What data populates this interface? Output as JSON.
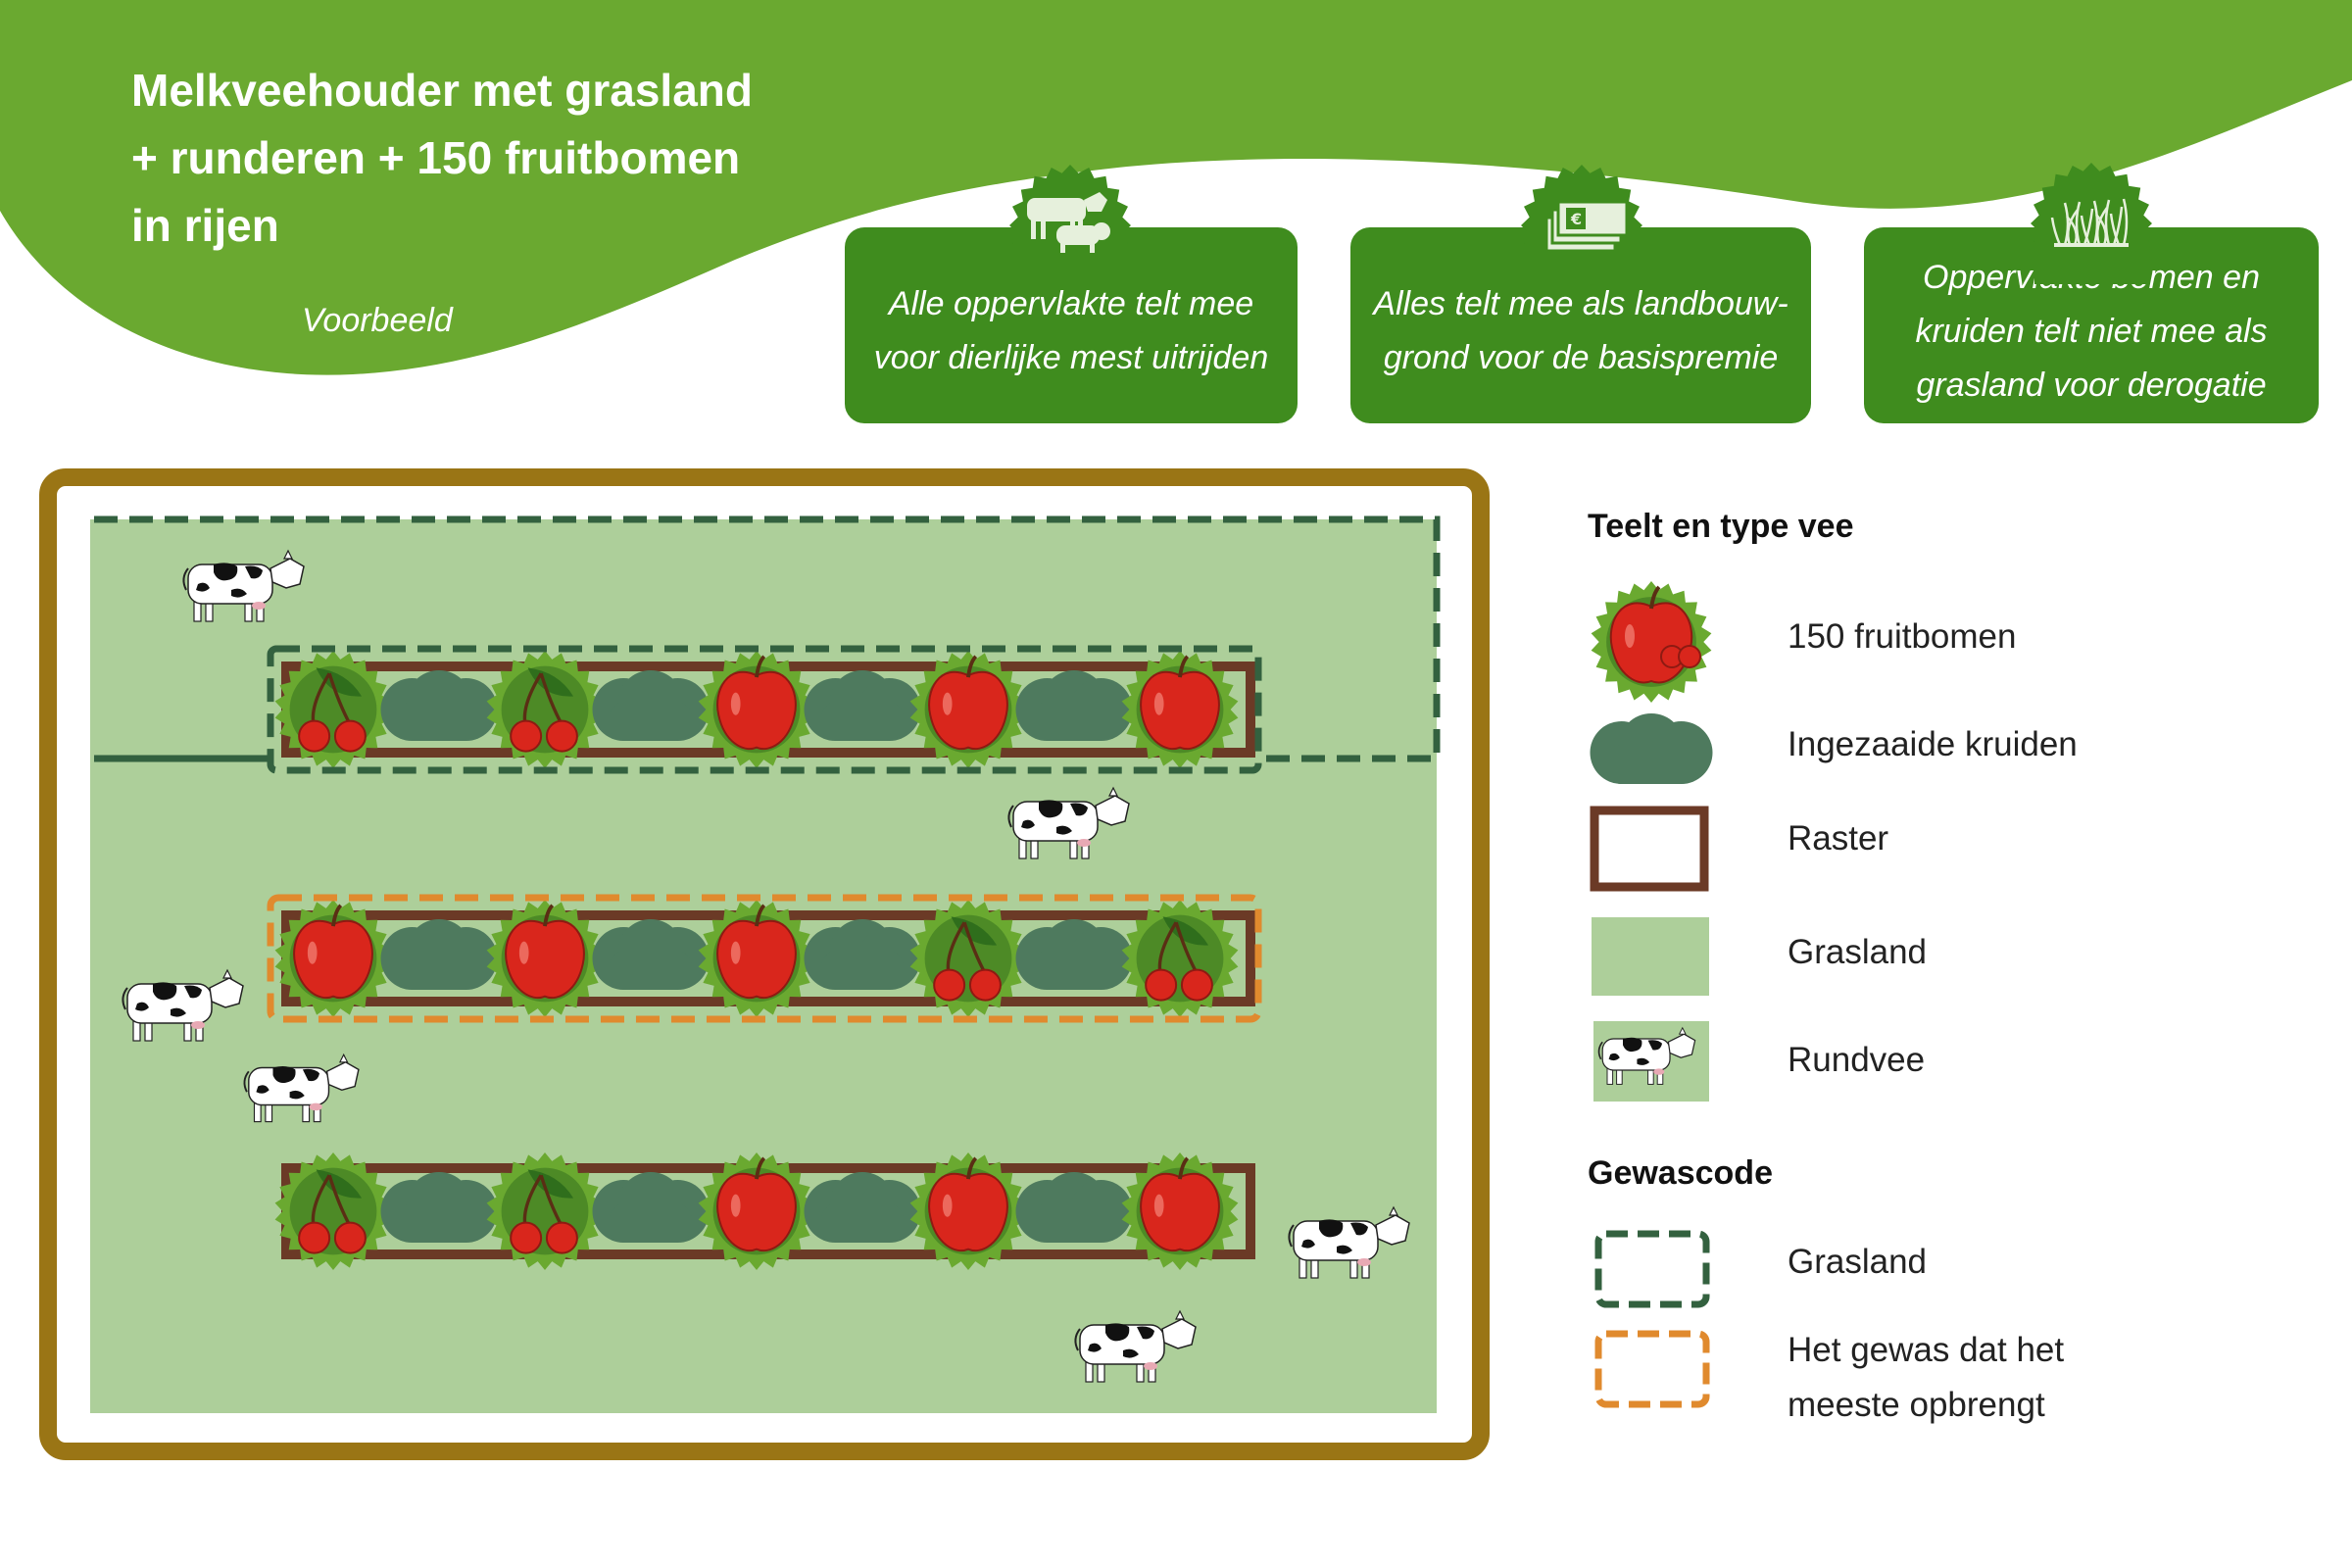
{
  "title_lines": [
    "Melkveehouder met grasland",
    "+ runderen + 150 fruitbomen",
    "in rijen"
  ],
  "subtitle": "Voorbeeld",
  "info_boxes": [
    {
      "icon": "livestock-icon",
      "lines": [
        "Alle oppervlakte telt mee",
        "voor dierlijke mest uitrijden"
      ]
    },
    {
      "icon": "euro-money-icon",
      "lines": [
        "Alles telt mee als landbouw-",
        "grond voor de basispremie"
      ]
    },
    {
      "icon": "grass-icon",
      "lines": [
        "Oppervlakte bomen en",
        "kruiden telt niet mee als",
        "grasland voor derogatie"
      ]
    }
  ],
  "legend": {
    "heading_crops": "Teelt en type vee",
    "items": [
      {
        "icon": "fruit-tree-icon",
        "label": "150 fruitbomen"
      },
      {
        "icon": "herb-bush-icon",
        "label": "Ingezaaide kruiden"
      },
      {
        "icon": "fence-icon",
        "label": "Raster"
      },
      {
        "icon": "grassland-swatch-icon",
        "label": "Grasland"
      },
      {
        "icon": "cattle-icon",
        "label": "Rundvee"
      }
    ],
    "heading_codes": "Gewascode",
    "codes": [
      {
        "icon": "dashed-green-outline-icon",
        "lines": [
          "Grasland"
        ]
      },
      {
        "icon": "dashed-orange-outline-icon",
        "lines": [
          "Het gewas dat het",
          "meeste opbrengt"
        ]
      }
    ]
  },
  "field_rows": [
    [
      "cherry",
      "herb",
      "cherry",
      "herb",
      "apple",
      "herb",
      "apple",
      "herb",
      "apple"
    ],
    [
      "apple",
      "herb",
      "apple",
      "herb",
      "apple",
      "herb",
      "cherry",
      "herb",
      "cherry"
    ],
    [
      "cherry",
      "herb",
      "cherry",
      "herb",
      "apple",
      "herb",
      "apple",
      "herb",
      "apple"
    ]
  ],
  "colors": {
    "brand_green": "#6aa930",
    "box_green": "#3f8c1e",
    "grassland": "#adcf9a",
    "herb": "#4e7a5e",
    "fence": "#6b3a26",
    "field_border": "#9a7515",
    "dash_green": "#33613f",
    "dash_orange": "#e08a2e",
    "fruit_red": "#d9261c"
  }
}
